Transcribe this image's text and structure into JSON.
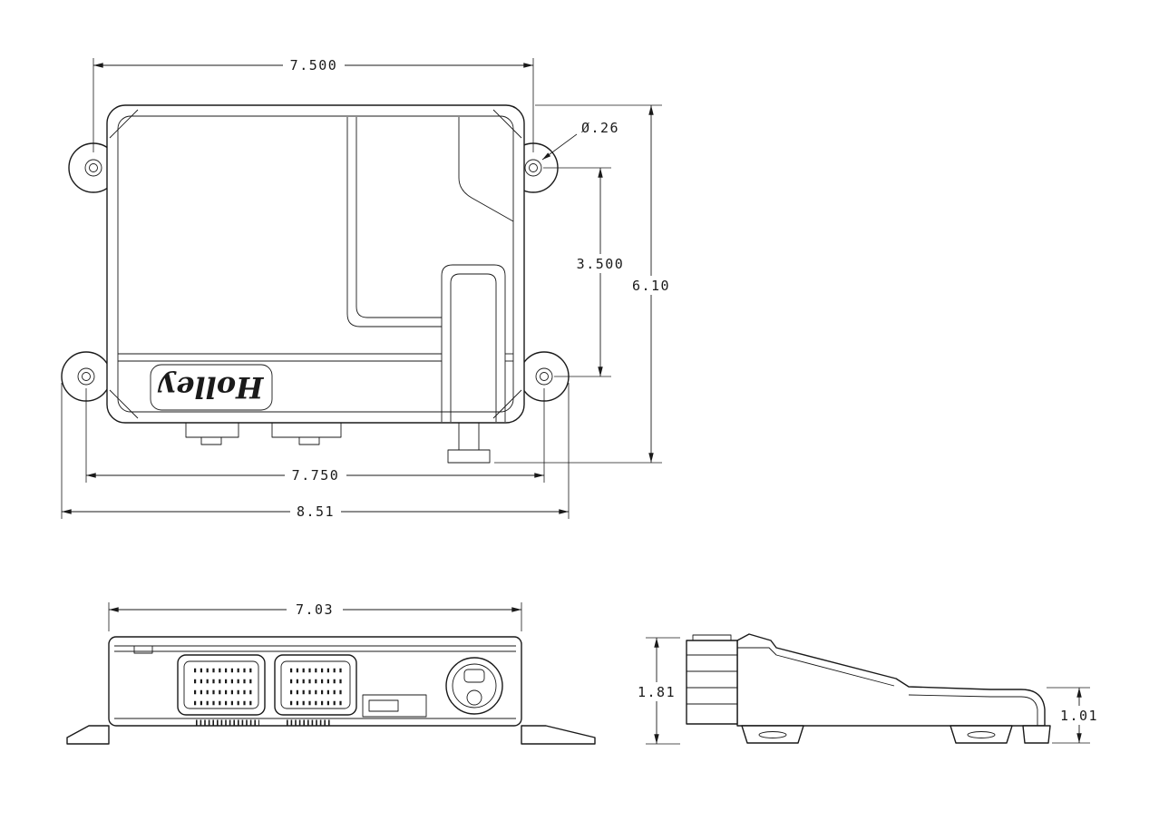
{
  "document": {
    "type": "technical-drawing",
    "subject": "ecu-enclosure-dimensioned-drawing"
  },
  "branding": {
    "logo_text": "Holley"
  },
  "views": {
    "top": {
      "dimensions": {
        "top_hole_spacing": "7.500",
        "hole_diameter": "Ø.26",
        "side_hole_spacing": "3.500",
        "overall_height": "6.10",
        "bottom_hole_spacing": "7.750",
        "overall_width": "8.51"
      }
    },
    "front": {
      "dimensions": {
        "width": "7.03"
      }
    },
    "side": {
      "dimensions": {
        "overall_height": "1.81",
        "rear_height": "1.01"
      }
    }
  },
  "colors": {
    "line": "#1a1a1a",
    "background": "#ffffff"
  }
}
